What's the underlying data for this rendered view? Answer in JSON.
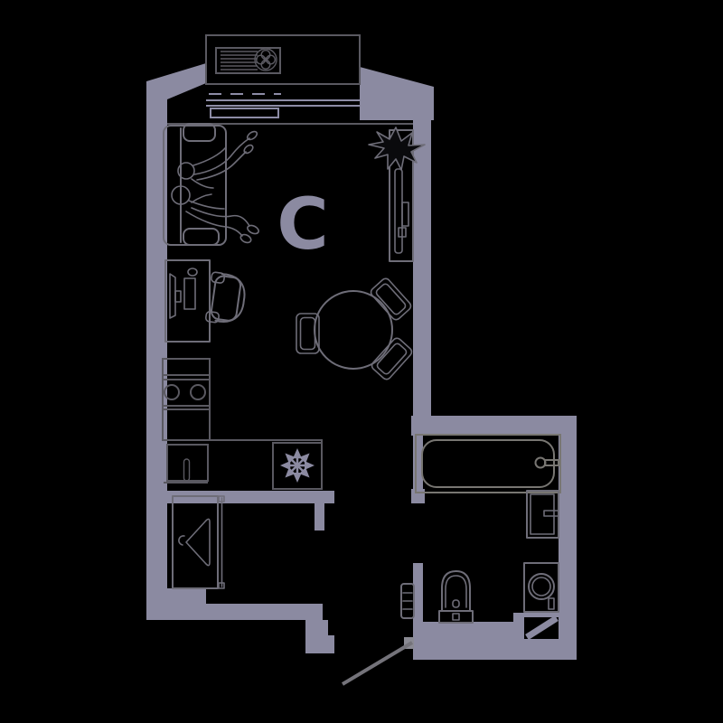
{
  "floorplan": {
    "unit_label": "C",
    "colors": {
      "background": "#000000",
      "wall": "#8B8AA1",
      "furniture_line": "#6E6D78",
      "appliance_line": "#5A5961",
      "window_line": "#8D8CA6",
      "fixture_line": "#787672",
      "door_line": "#74737A",
      "label": "#8B8AA1",
      "plant_fill": "#0A0A0D"
    },
    "elements": [
      {
        "name": "air-conditioner-unit"
      },
      {
        "name": "balcony-window"
      },
      {
        "name": "sofa"
      },
      {
        "name": "lounging-people"
      },
      {
        "name": "desk"
      },
      {
        "name": "office-chair"
      },
      {
        "name": "tv-stand"
      },
      {
        "name": "plant"
      },
      {
        "name": "kitchen-counter"
      },
      {
        "name": "stove"
      },
      {
        "name": "kitchen-sink"
      },
      {
        "name": "refrigerator"
      },
      {
        "name": "wardrobe"
      },
      {
        "name": "dining-table"
      },
      {
        "name": "dining-chairs"
      },
      {
        "name": "bathtub"
      },
      {
        "name": "washbasin"
      },
      {
        "name": "toilet"
      },
      {
        "name": "washing-machine"
      },
      {
        "name": "radiator"
      },
      {
        "name": "entrance-door"
      },
      {
        "name": "bathroom-door"
      }
    ]
  }
}
